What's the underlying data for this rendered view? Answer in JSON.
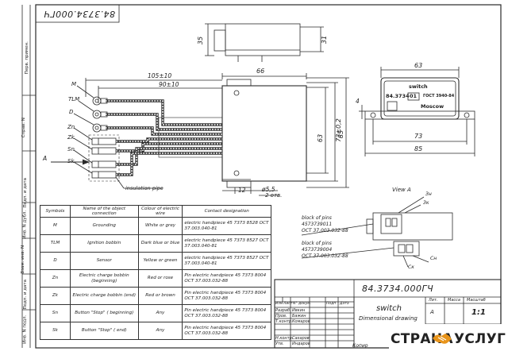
{
  "drawing": {
    "number": "84.3734.000ГЧ",
    "number_mirrored": "84.3734.000ГЧ",
    "title": "switch",
    "subtitle": "Dimensional drawing",
    "scale_label": "Масштаб",
    "scale": "1:1",
    "lit_label": "Лит.",
    "mass_label": "Масса",
    "lit_value": "A",
    "copied_label": "Копир",
    "rev_headers": [
      "Изм",
      "Лист",
      "N° докум.",
      "Подп",
      "Дата"
    ],
    "roles": [
      {
        "role": "Разраб.",
        "name": "Ивкин"
      },
      {
        "role": "Пров.",
        "name": "Бажин"
      },
      {
        "role": "Т.контр.",
        "name": "Комаров"
      },
      {
        "role": "",
        "name": ""
      },
      {
        "role": "Н.контр.",
        "name": "Сахаров"
      },
      {
        "role": "Утв.",
        "name": "Индаров"
      }
    ]
  },
  "side_labels": {
    "perv_primen": "Перв. примен.",
    "sprav": "Справ. N",
    "podp_data_1": "Подп. и дата",
    "inv_dubl": "Инв. N дубл.",
    "vzam_inv": "Взам. инв. N",
    "podp_data_2": "Подп. и дата",
    "inv_podl": "Инв. N подл."
  },
  "dimensions": {
    "d35": "35",
    "d31": "31",
    "d66": "66",
    "d105": "105±10",
    "d90": "90±10",
    "d63v": "63",
    "d73": "73±0,2",
    "d85v": "85",
    "d12": "12",
    "d55": "ø5,5",
    "two_holes": "2 отв.",
    "d63h": "63",
    "d4": "4",
    "d73h": "73",
    "d85h": "85"
  },
  "wire_labels": [
    "M",
    "TLM",
    "D",
    "Zn",
    "Zk",
    "Sn",
    "Sk"
  ],
  "labels": {
    "view_a_arrow": "A",
    "insulation": "insulation pipe",
    "view_a": "View A",
    "zn": "Зн",
    "zk": "Зк",
    "sk": "Ск",
    "sn": "Сн",
    "block1_line1": "block of pins",
    "block1_line2": "4573739011",
    "block1_line3": "OCT 37.003.032-88",
    "block2_line1": "block of pins",
    "block2_line2": "4573739004",
    "block2_line3": "OCT 37.003.032-88"
  },
  "switch_plate": {
    "name": "switch",
    "part": "84.3734",
    "variant": "01",
    "gost": "ГОСТ 3940-84",
    "city": "Moscow"
  },
  "table": {
    "headers": [
      "Symbols",
      "Name of the object connection",
      "Colour of electric wire",
      "Contact designation"
    ],
    "rows": [
      {
        "symbol": "M",
        "name": "Grounding",
        "colour": "White or grey",
        "contact": "electric handpiece 45 7373 8528 OCT 37.003.040-81"
      },
      {
        "symbol": "TLM",
        "name": "Ignition bobbin",
        "colour": "Dark blue or blue",
        "contact": "electric handpiece 45 7373 8527 OCT 37.003.040-81"
      },
      {
        "symbol": "D",
        "name": "Sensor",
        "colour": "Yellow or green",
        "contact": "electric handpiece 45 7373 8527 OCT 37.003.040-81"
      },
      {
        "symbol": "Zn",
        "name": "Electric charge bobbin (beginning)",
        "colour": "Red or rose",
        "contact": "Pin electric handpiece 45 7373 8004 OCT 37.003.032-88"
      },
      {
        "symbol": "Zk",
        "name": "Electric charge bobbin (end)",
        "colour": "Red or brown",
        "contact": "Pin electric handpiece 45 7373 8004 OCT 37.003.032-88"
      },
      {
        "symbol": "Sn",
        "name": "Button \"Stop\" ( beginning)",
        "colour": "Any",
        "contact": "Pin electric handpiece 45 7373 8004 OCT 37.003.032-88"
      },
      {
        "symbol": "Sk",
        "name": "Button \"Stop\" ( end)",
        "colour": "Any",
        "contact": "Pin electric handpiece 45 7373 8004 OCT 37.003.032-88"
      }
    ]
  },
  "watermark": {
    "brand_left": "СТРАНА",
    "brand_right": "УСЛУГ"
  },
  "colors": {
    "line": "#2a2a2a",
    "logo_blue": "#1f5ea8",
    "logo_orange": "#e8941a"
  }
}
